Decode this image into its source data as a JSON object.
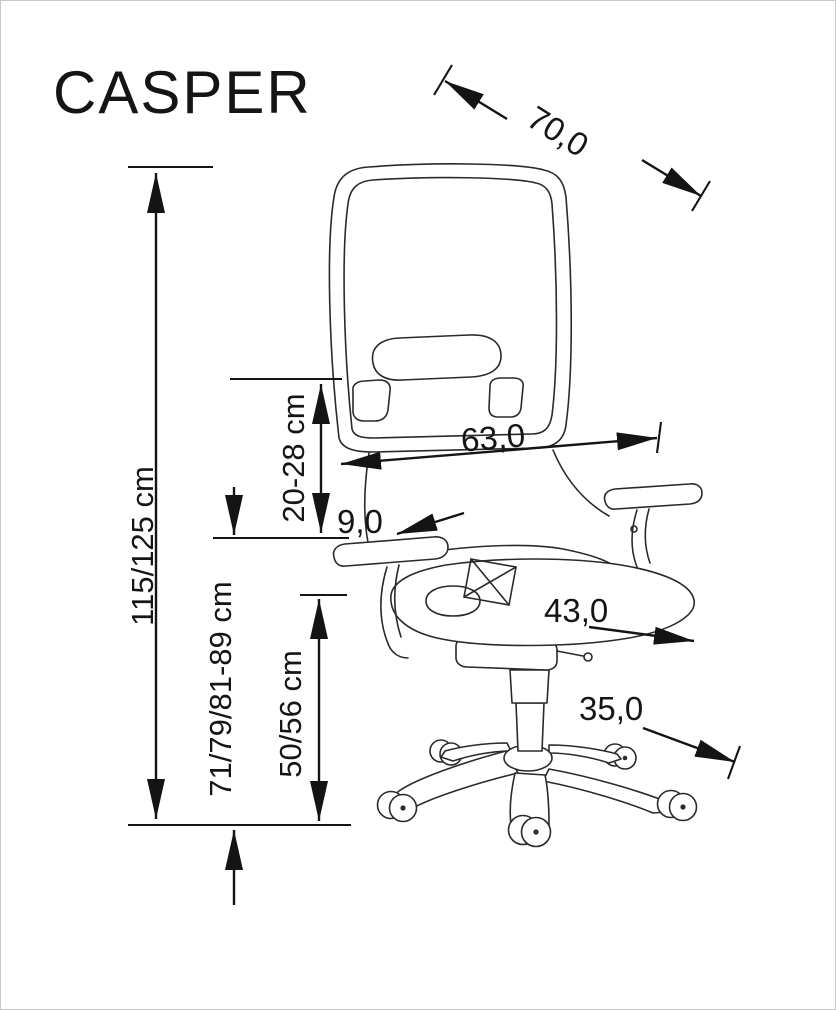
{
  "title": "CASPER",
  "dimensions": {
    "top_depth": "70,0",
    "overall_height": "115/125 cm",
    "headrest_adjust": "20-28 cm",
    "backrest_width": "63,0",
    "armrest_width": "9,0",
    "seat_depth": "43,0",
    "armrest_height": "71/79/81-89 cm",
    "seat_height": "50/56 cm",
    "base_radius": "35,0"
  },
  "colors": {
    "line": "#2a2a2a",
    "dimension": "#141414",
    "background": "#ffffff"
  }
}
